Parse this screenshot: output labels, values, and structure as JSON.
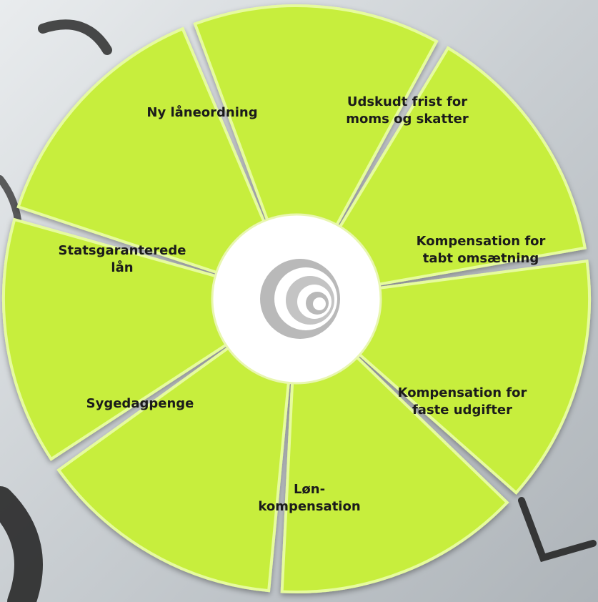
{
  "wheel": {
    "segments": [
      {
        "label_lines": [
          "Ny låneordning"
        ]
      },
      {
        "label_lines": [
          "Udskudt frist for",
          "moms og skatter"
        ]
      },
      {
        "label_lines": [
          "Kompensation for",
          "tabt omsætning"
        ]
      },
      {
        "label_lines": [
          "Kompensation for",
          "faste udgifter"
        ]
      },
      {
        "label_lines": [
          "Løn-",
          "kompensation"
        ]
      },
      {
        "label_lines": [
          "Sygedagpenge"
        ]
      },
      {
        "label_lines": [
          "Statsgaranterede",
          "lån"
        ]
      }
    ],
    "center_logo": "concentric-swirl-logo"
  },
  "colors": {
    "segment_fill": "#c7ee3c",
    "segment_highlight": "#e6fb9e",
    "center_fill": "#ffffff",
    "logo_gray": "#b9b9b9",
    "text": "#1b1b1b",
    "background": "#cfd3d6"
  }
}
